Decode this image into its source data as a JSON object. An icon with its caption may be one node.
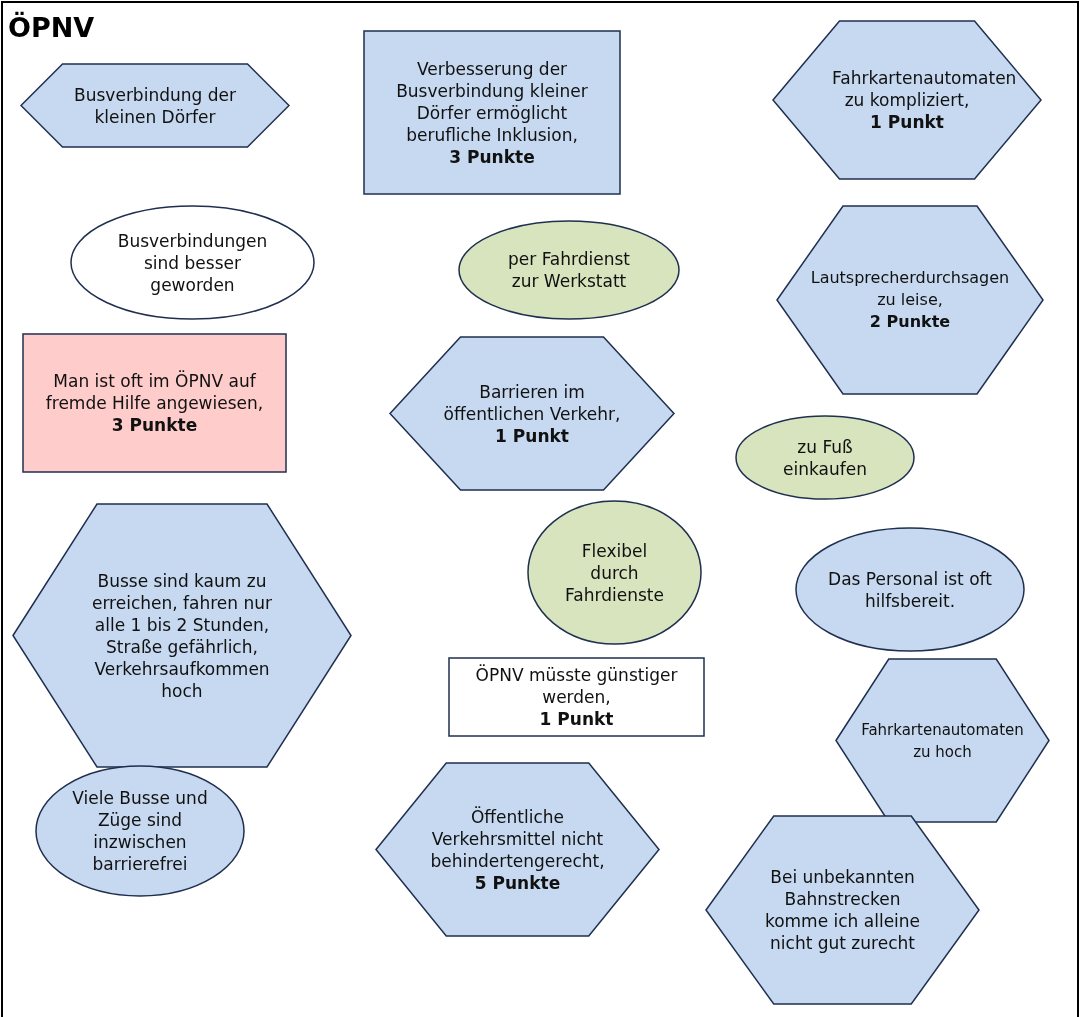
{
  "diagram": {
    "title": "ÖPNV",
    "nodes": [
      {
        "text": [
          "Busverbindung der kleinen Dörfer"
        ]
      },
      {
        "text": [
          "Verbesserung der Busverbindung kleiner Dörfer ermöglicht berufliche Inklusion, **3 Punkte**"
        ]
      },
      {
        "text": [
          "Fahrkartenautomaten zu kompliziert, **1 Punkt**"
        ]
      },
      {
        "text": [
          "Busverbindungen sind besser geworden"
        ]
      },
      {
        "text": [
          "per Fahrdienst zur Werkstatt"
        ]
      },
      {
        "text": [
          "Lautsprecherdurchsagen zu leise, **2 Punkte**"
        ]
      },
      {
        "text": [
          "Man ist oft im ÖPNV auf fremde Hilfe angewiesen, **3 Punkte**"
        ]
      },
      {
        "text": [
          "Barrieren im öffentlichen Verkehr, **1 Punkt**"
        ]
      },
      {
        "text": [
          "zu Fuß einkaufen"
        ]
      },
      {
        "text": [
          "Busse sind kaum zu erreichen, fahren nur alle 1 bis 2 Stunden, Straße gefährlich, Verkehrsaufkommen hoch"
        ]
      },
      {
        "text": [
          "Flexibel durch Fahrdienste"
        ]
      },
      {
        "text": [
          "Das Personal ist oft hilfsbereit."
        ]
      },
      {
        "text": [
          "ÖPNV müsste günstiger werden, **1 Punkt**"
        ]
      },
      {
        "text": [
          "Fahrkartenautomaten zu hoch"
        ]
      },
      {
        "text": [
          "Viele Busse und Züge sind inzwischen barrierefrei"
        ]
      },
      {
        "text": [
          "Öffentliche Verkehrsmittel nicht behindertengerecht, **5 Punkte**"
        ]
      },
      {
        "text": [
          "Bei unbekannten Bahnstrecken komme ich alleine nicht gut zurecht"
        ]
      }
    ]
  }
}
